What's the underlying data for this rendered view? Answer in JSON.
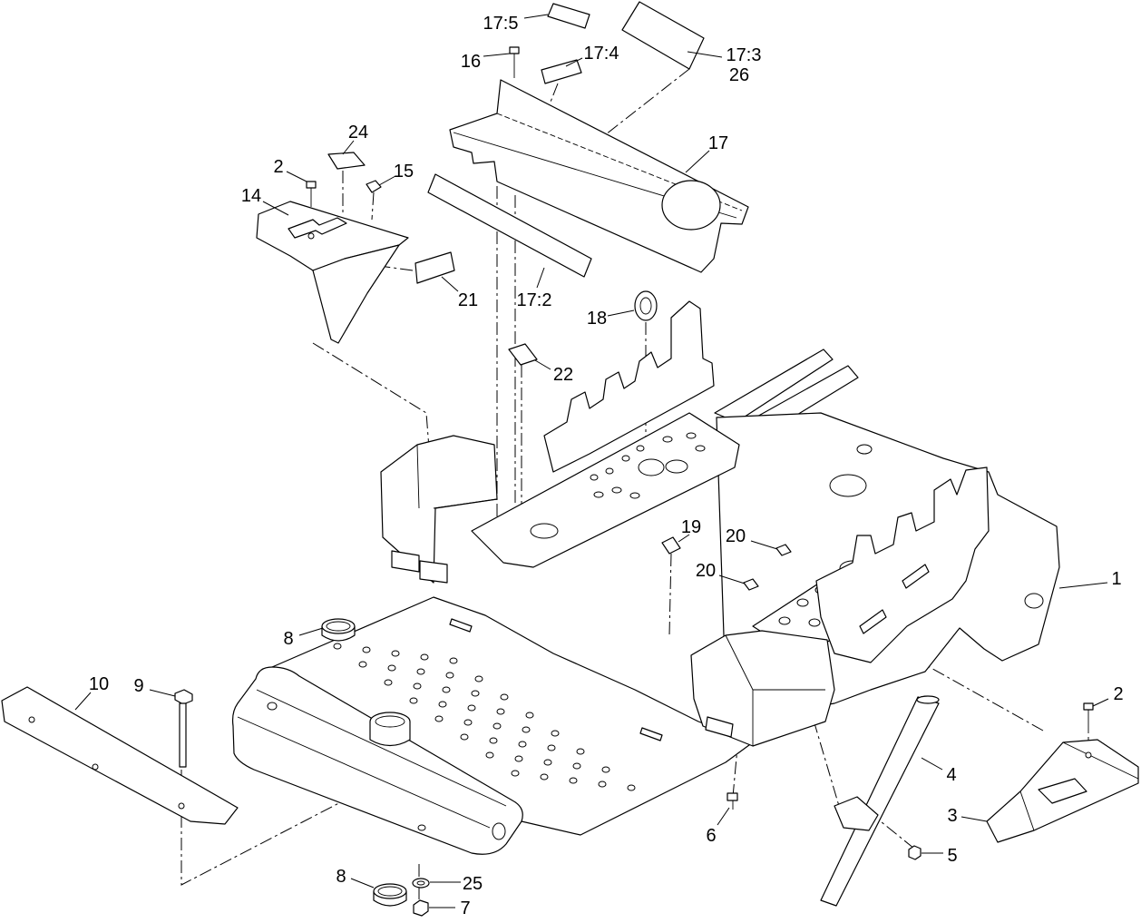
{
  "colors": {
    "line": "#000000",
    "background": "#ffffff"
  },
  "callouts": [
    {
      "label": "17:5"
    },
    {
      "label": "16"
    },
    {
      "label": "17:4"
    },
    {
      "label": "17:3"
    },
    {
      "label": "26"
    },
    {
      "label": "24"
    },
    {
      "label": "2"
    },
    {
      "label": "15"
    },
    {
      "label": "14"
    },
    {
      "label": "17"
    },
    {
      "label": "21"
    },
    {
      "label": "17:2"
    },
    {
      "label": "18"
    },
    {
      "label": "22"
    },
    {
      "label": "19"
    },
    {
      "label": "20"
    },
    {
      "label": "20"
    },
    {
      "label": "1"
    },
    {
      "label": "8"
    },
    {
      "label": "10"
    },
    {
      "label": "9"
    },
    {
      "label": "2"
    },
    {
      "label": "4"
    },
    {
      "label": "3"
    },
    {
      "label": "6"
    },
    {
      "label": "5"
    },
    {
      "label": "8"
    },
    {
      "label": "25"
    },
    {
      "label": "7"
    }
  ]
}
